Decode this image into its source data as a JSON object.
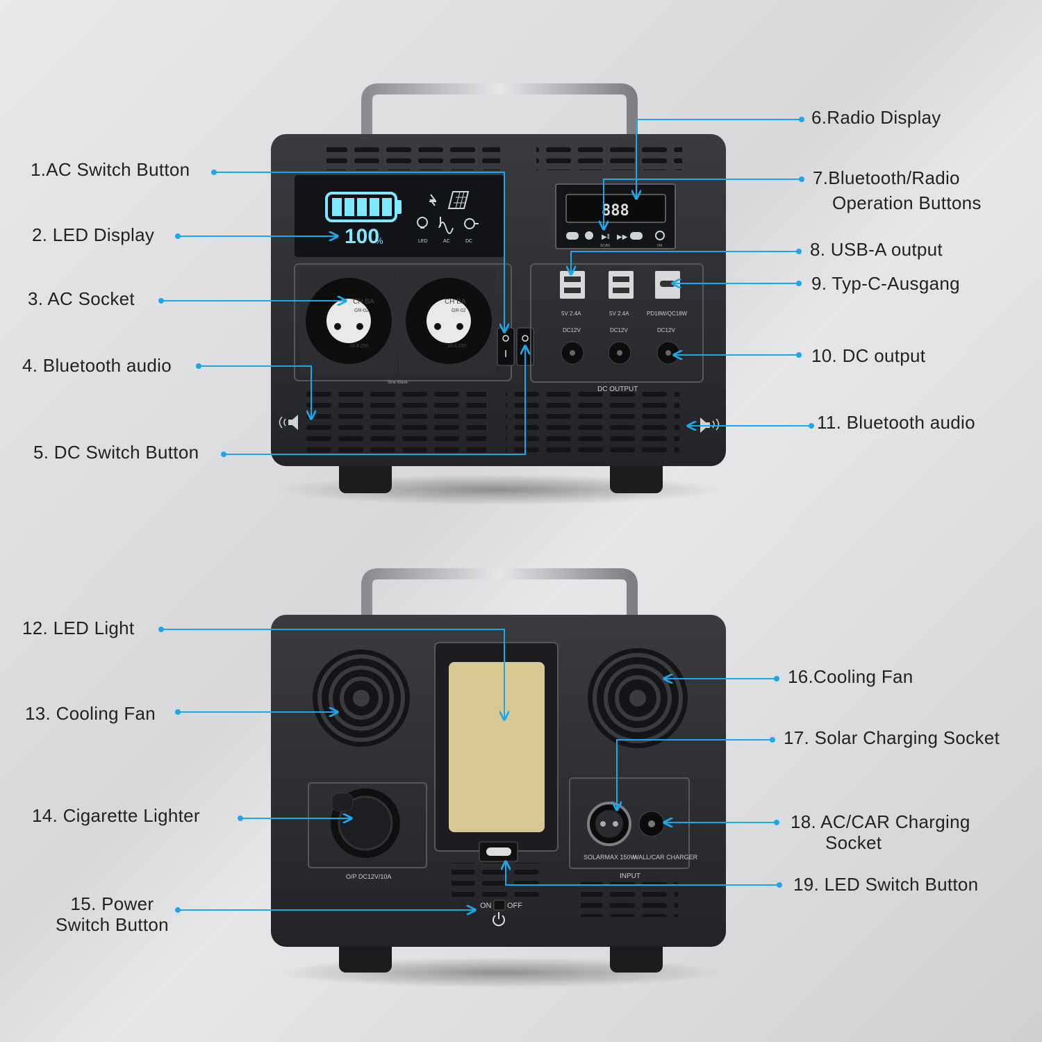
{
  "labels": {
    "l1": "1.AC Switch Button",
    "l2": "2. LED Display",
    "l3": "3. AC Socket",
    "l4": "4. Bluetooth audio",
    "l5": "5. DC Switch Button",
    "l6": "6.Radio Display",
    "l7a": "7.Bluetooth/Radio",
    "l7b": "Operation Buttons",
    "l8": "8. USB-A output",
    "l9": "9. Typ-C-Ausgang",
    "l10": "10. DC output",
    "l11": "11. Bluetooth audio",
    "l12": "12. LED Light",
    "l13": "13. Cooling Fan",
    "l14": "14. Cigarette Lighter",
    "l15a": "15. Power",
    "l15b": "Switch Button",
    "l16": "16.Cooling Fan",
    "l17": "17. Solar Charging Socket",
    "l18a": "18. AC/CAR Charging",
    "l18b": "Socket",
    "l19": "19. LED Switch Button"
  },
  "device_text": {
    "battery_percent": "100",
    "percent_sign": "%",
    "icon_led": "LED",
    "icon_ac": "AC",
    "icon_dc": "DC",
    "radio_digits": "888",
    "usb1": "5V 2.4A",
    "usb2": "5V 2.4A",
    "usbc": "PD18W/QC18W",
    "dc1": "DC12V",
    "dc2": "DC12V",
    "dc3": "DC12V",
    "dc_output": "DC OUTPUT",
    "socket_text": "CH BA",
    "socket_model": "GR-02",
    "socket_rating": "16 A  250",
    "sine_wave": "Sine Wave",
    "btn_scan": "SCAN",
    "btn_fm": "FM",
    "cig_label": "O/P DC12V/10A",
    "solar_label": "SOLARMAX 150W",
    "wall_label": "WALL/CAR CHARGER",
    "input_label": "INPUT",
    "on": "ON",
    "off": "OFF"
  },
  "colors": {
    "accent": "#1fa6e8",
    "panel": "#2b2c2f",
    "lcd_cyan": "#7fe8ff",
    "led_light": "#d8c994"
  }
}
